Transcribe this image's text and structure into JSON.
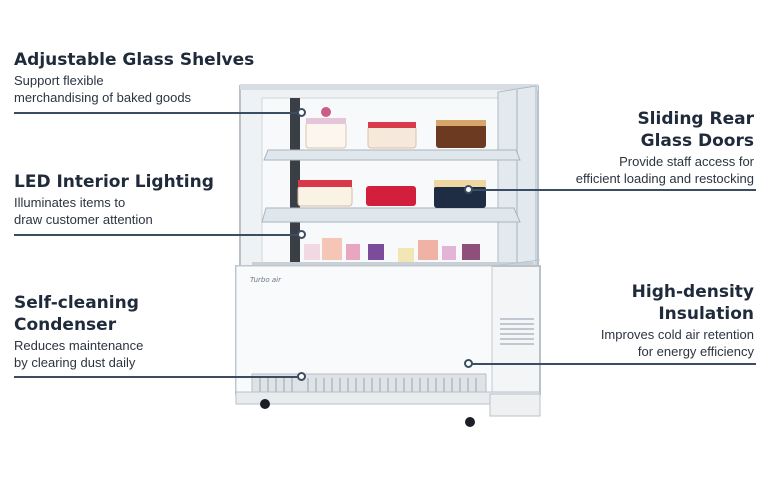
{
  "features": [
    {
      "id": "shelves",
      "title": "Adjustable Glass Shelves",
      "desc_lines": [
        "Support flexible",
        "merchandising of baked goods"
      ]
    },
    {
      "id": "lighting",
      "title": "LED Interior Lighting",
      "desc_lines": [
        "Illuminates items to",
        "draw customer attention"
      ]
    },
    {
      "id": "condenser",
      "title_lines": [
        "Self-cleaning",
        "Condenser"
      ],
      "desc_lines": [
        "Reduces maintenance",
        "by clearing dust daily"
      ]
    },
    {
      "id": "doors",
      "title_lines": [
        "Sliding Rear",
        "Glass Doors"
      ],
      "desc_lines": [
        "Provide staff access for",
        "efficient loading and restocking"
      ]
    },
    {
      "id": "insulation",
      "title_lines": [
        "High-density",
        "Insulation"
      ],
      "desc_lines": [
        "Improves cold air retention",
        "for energy efficiency"
      ]
    }
  ],
  "brand_logo": "Turbo air",
  "colors": {
    "accent": "#3b4d63",
    "text": "#1f2a3a",
    "cabinet": "#f4f5f7",
    "glass": "#e6edf2"
  }
}
